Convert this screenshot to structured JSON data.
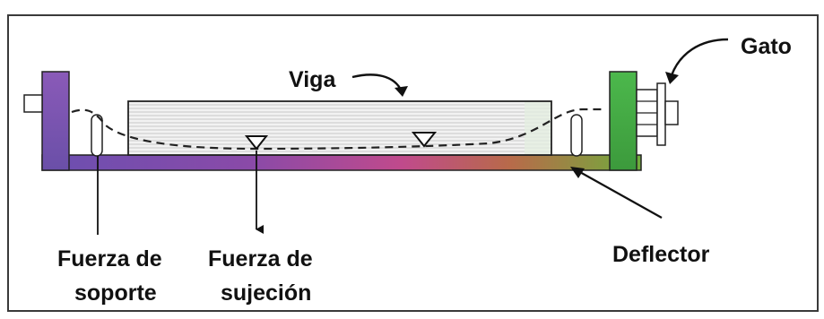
{
  "labels": {
    "viga": "Viga",
    "gato": "Gato",
    "deflector": "Deflector",
    "fuerza_soporte_line1": "Fuerza de",
    "fuerza_soporte_line2": "soporte",
    "fuerza_sujecion_line1": "Fuerza de",
    "fuerza_sujecion_line2": "sujeción"
  },
  "colors": {
    "frame": "#3a3a3a",
    "ink": "#111111",
    "left_post": "#7a4fb8",
    "right_post": "#49b04a",
    "base_start": "#6b4fb0",
    "base_mid": "#b84a9a",
    "base_end": "#6fae3c",
    "beam_fill": "#d9d9d9"
  }
}
